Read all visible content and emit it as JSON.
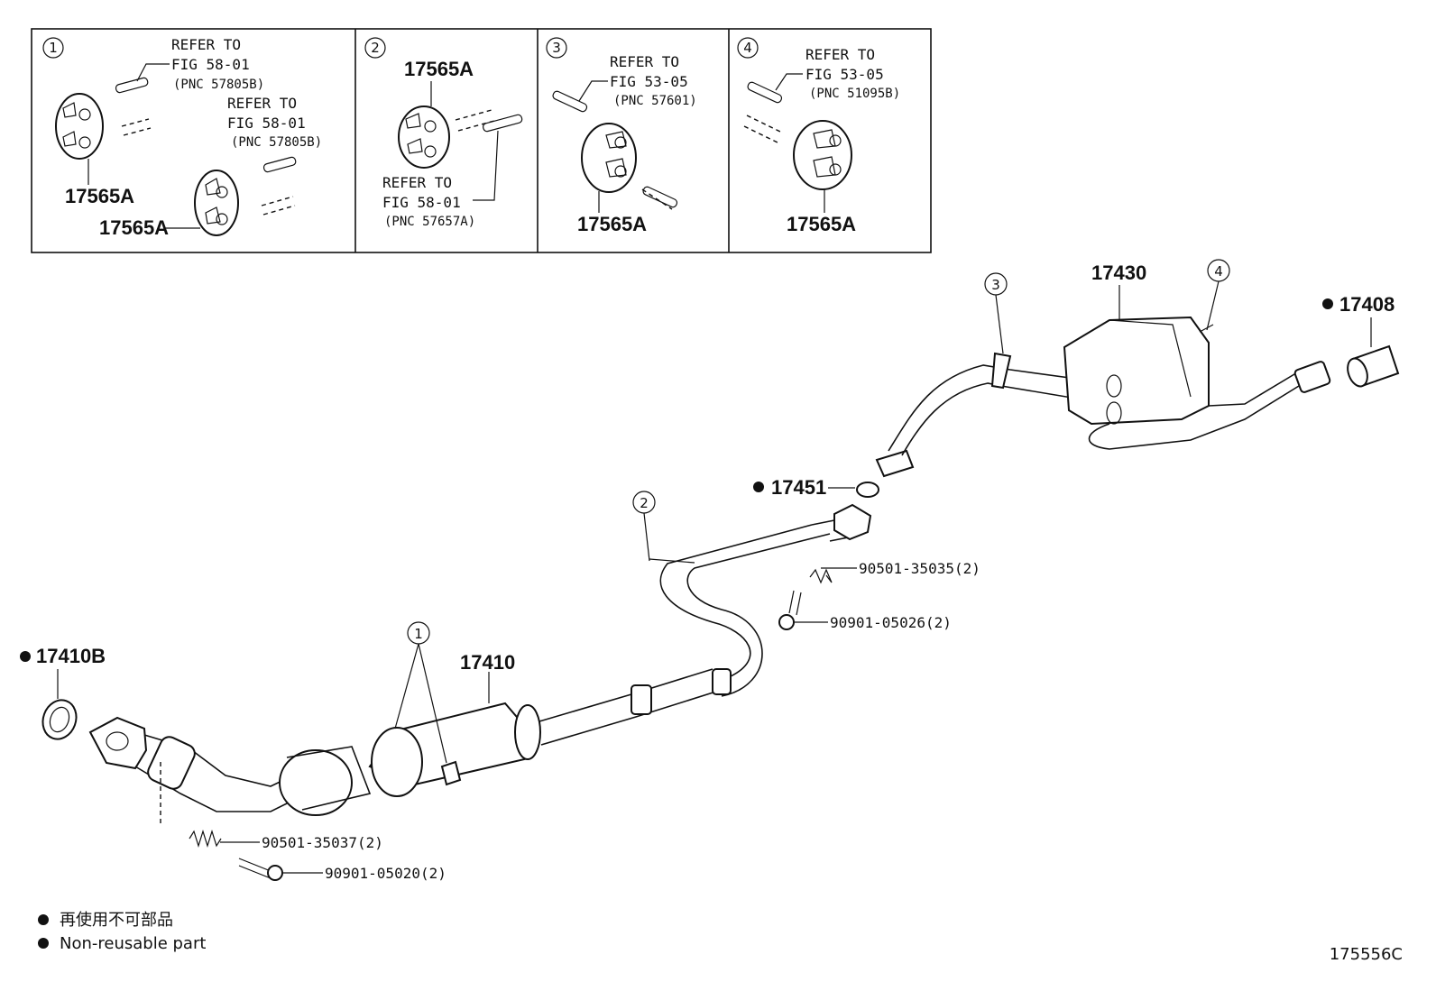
{
  "legend": {
    "japanese": "再使用不可部品",
    "english": "Non-reusable part"
  },
  "figure_code": "175556C",
  "detail_boxes": [
    {
      "number": "1",
      "refer_1": [
        "REFER TO",
        "FIG 58-01",
        "(PNC 57805B)"
      ],
      "refer_2": [
        "REFER TO",
        "FIG 58-01",
        "(PNC 57805B)"
      ],
      "part_1": "17565A",
      "part_2": "17565A"
    },
    {
      "number": "2",
      "part": "17565A",
      "refer": [
        "REFER TO",
        "FIG 58-01",
        "(PNC 57657A)"
      ]
    },
    {
      "number": "3",
      "refer": [
        "REFER TO",
        "FIG 53-05",
        "(PNC 57601)"
      ],
      "part": "17565A"
    },
    {
      "number": "4",
      "refer": [
        "REFER TO",
        "FIG 53-05",
        "(PNC 51095B)"
      ],
      "part": "17565A"
    }
  ],
  "main": {
    "callouts": [
      "1",
      "2",
      "3",
      "4"
    ],
    "parts": {
      "p17410B": "17410B",
      "p17410": "17410",
      "p17451": "17451",
      "p17430": "17430",
      "p17408": "17408",
      "s90501_35035": "90501-35035(2)",
      "b90901_05026": "90901-05026(2)",
      "s90501_35037": "90501-35037(2)",
      "b90901_05020": "90901-05020(2)"
    }
  }
}
